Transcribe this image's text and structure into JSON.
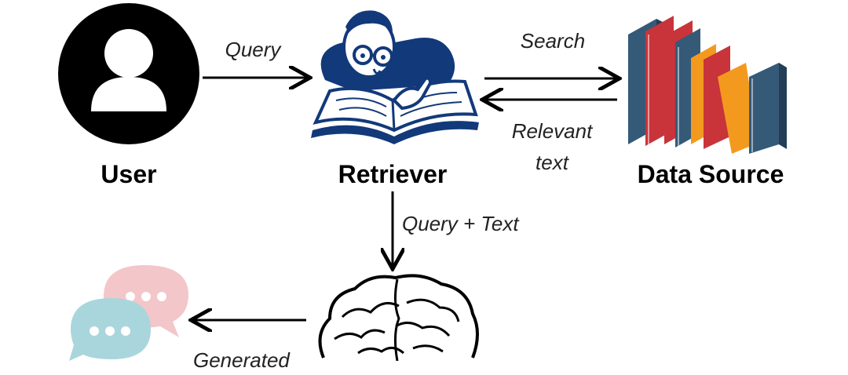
{
  "nodes": {
    "user": {
      "label": "User",
      "icon": "user-avatar-icon"
    },
    "retriever": {
      "label": "Retriever",
      "icon": "reading-scholar-icon"
    },
    "data_source": {
      "label": "Data Source",
      "icon": "books-icon"
    },
    "llm": {
      "icon": "brain-icon"
    },
    "response": {
      "icon": "chat-bubbles-icon"
    }
  },
  "edges": {
    "query": "Query",
    "search": "Search",
    "relevant_text_line1": "Relevant",
    "relevant_text_line2": "text",
    "query_plus_text": "Query + Text",
    "generated_partial": "Generated"
  },
  "colors": {
    "navy": "#12397a",
    "book_red": "#c8343a",
    "book_orange": "#f39a1e",
    "book_slate": "#355a78",
    "bubble_pink": "#f3c6c9",
    "bubble_blue": "#a9d6dc"
  }
}
